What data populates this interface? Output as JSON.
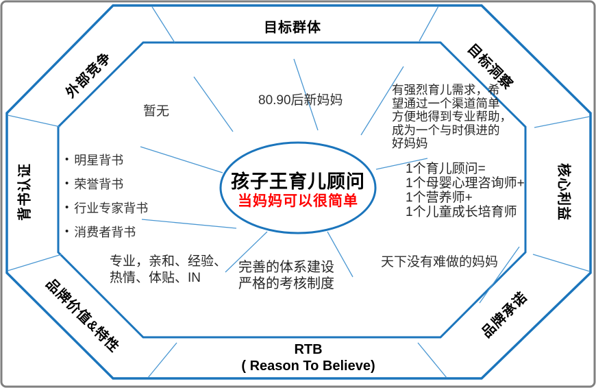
{
  "colors": {
    "octagon_blue": "#1B75BC",
    "thin_blue": "#4A97D2",
    "subtitle_red": "#FF0000",
    "border_gray": "#7F7F7F",
    "label_black": "#000000",
    "body_text": "#303030"
  },
  "labels": {
    "top": "目标群体",
    "top_right": "目标洞察",
    "right": "核心利益",
    "bottom_right": "品牌承诺",
    "bottom_line1": "RTB",
    "bottom_line2": "( Reason To Believe)",
    "bottom_left": "品牌价值&特性",
    "left": "背书认证",
    "top_left": "外部竞争"
  },
  "center": {
    "title": "孩子王育儿顾问",
    "subtitle": "当妈妈可以很简单"
  },
  "content": {
    "competition": "暂无",
    "target_group": "80.90后新妈妈",
    "insight_lines": [
      "有强烈育儿需求，希",
      "望通过一个渠道简单",
      "方便地得到专业帮助，",
      "成为一个与时俱进的",
      "好妈妈"
    ],
    "benefit_lines": [
      "1个育儿顾问=",
      "1个母婴心理咨询师+",
      "1个营养师+",
      "1个儿童成长培育师"
    ],
    "promise": "天下没有难做的妈妈",
    "rtb_lines": [
      "完善的体系建设",
      "严格的考核制度"
    ],
    "value_lines": [
      "专业，亲和、经验、",
      "热情、体贴、IN"
    ],
    "endorsements": [
      "明星背书",
      "荣誉背书",
      "行业专家背书",
      "消费者背书"
    ],
    "bullet": "•"
  }
}
